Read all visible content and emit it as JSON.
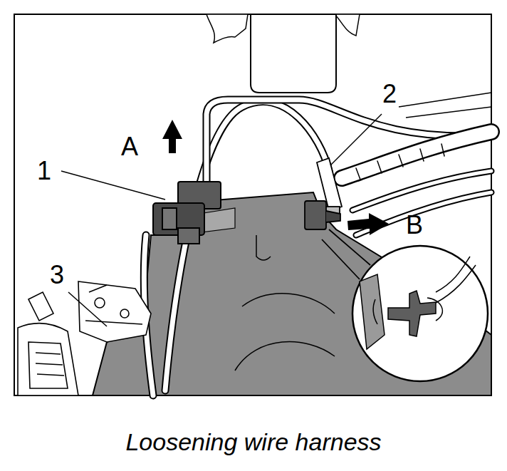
{
  "diagram": {
    "caption": "Loosening wire harness",
    "labels": [
      "2",
      "A",
      "1",
      "B",
      "3"
    ]
  }
}
